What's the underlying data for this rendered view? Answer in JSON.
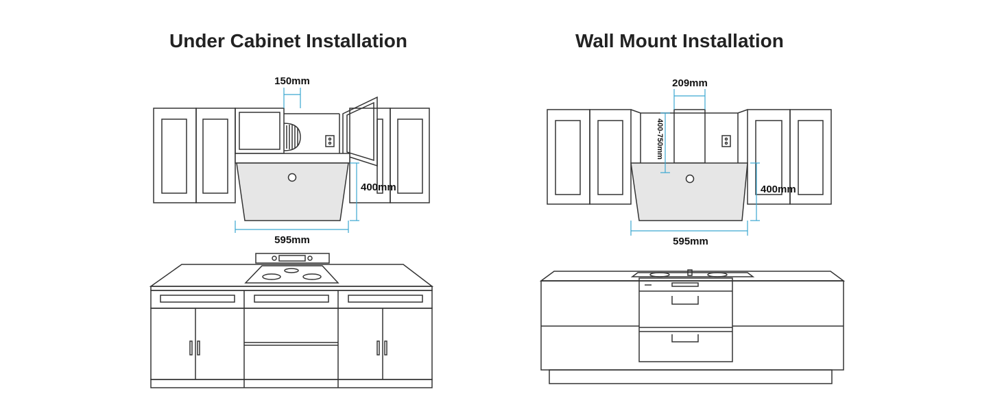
{
  "under_cabinet": {
    "title": "Under Cabinet Installation",
    "dims": {
      "top": "150mm",
      "height": "400mm",
      "width": "595mm"
    }
  },
  "wall_mount": {
    "title": "Wall Mount Installation",
    "dims": {
      "top": "209mm",
      "range": "400-750mm",
      "height": "400mm",
      "width": "595mm"
    }
  },
  "colors": {
    "line": "#333333",
    "dimension": "#3aa6d0",
    "hood_fill": "#e6e6e6"
  }
}
